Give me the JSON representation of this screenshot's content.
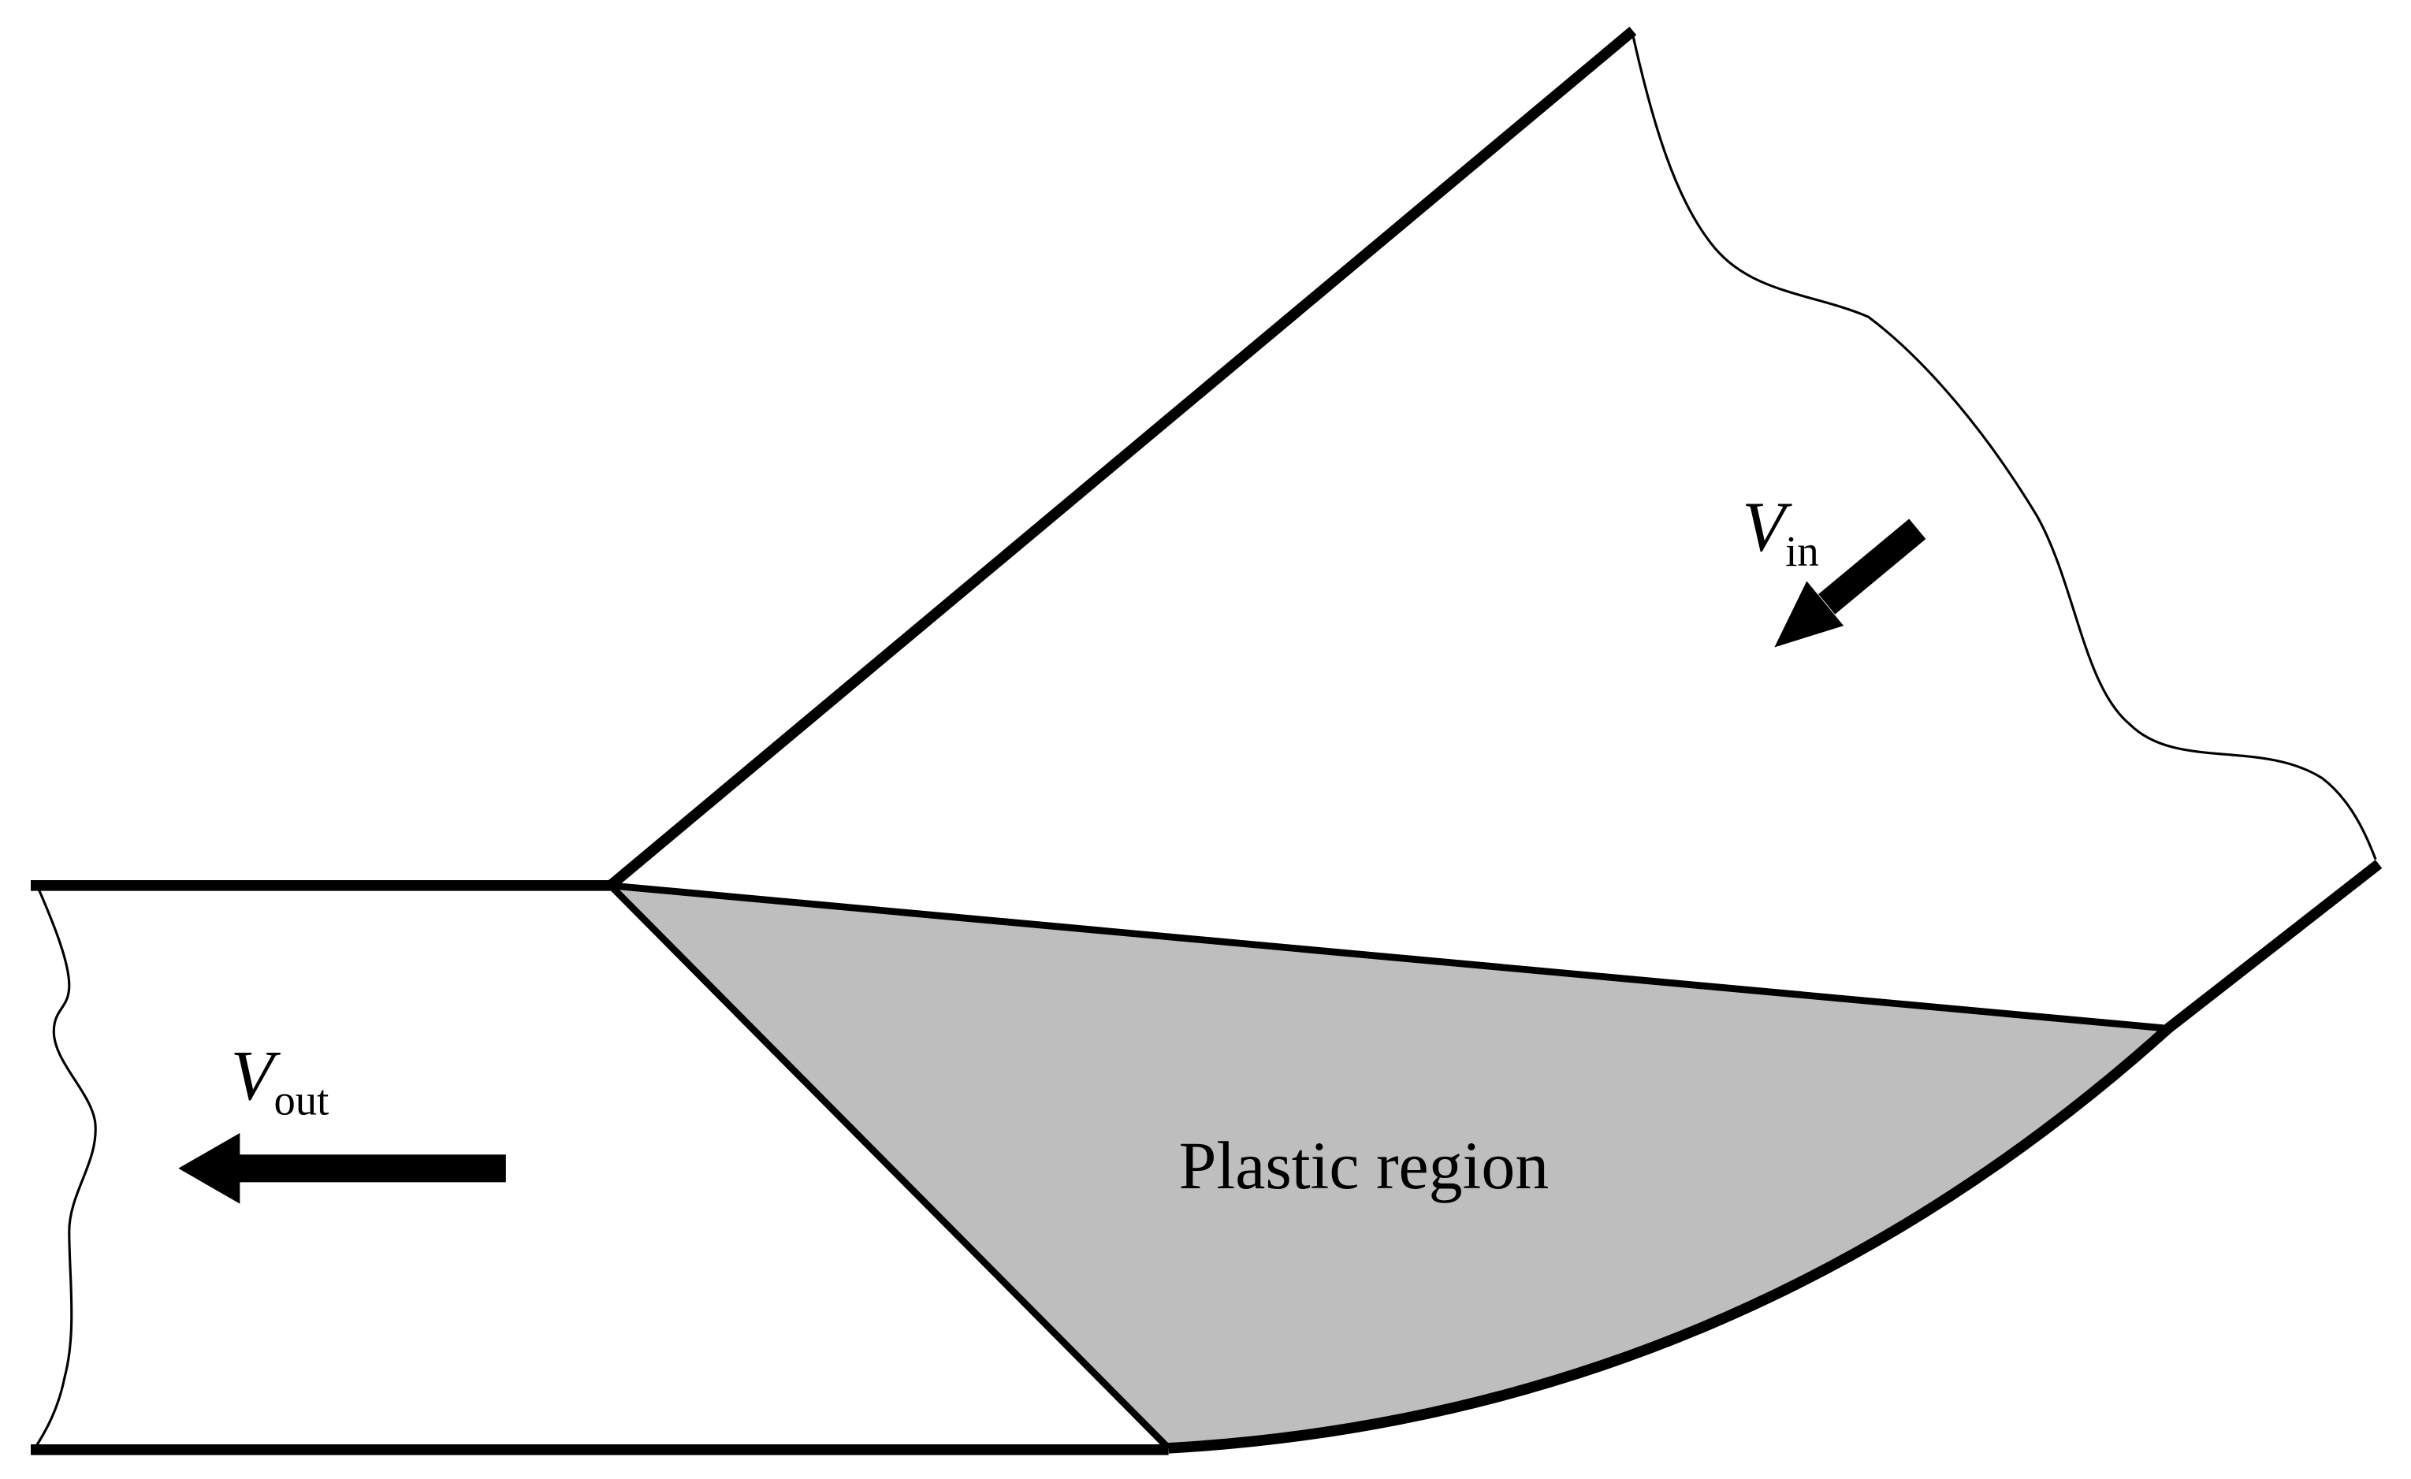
{
  "diagram": {
    "labels": {
      "v_in": {
        "symbol": "V",
        "subscript": "in"
      },
      "v_out": {
        "symbol": "V",
        "subscript": "out"
      },
      "plastic_region": "Plastic region"
    },
    "colors": {
      "stroke": "#000000",
      "plastic_region_fill": "#bebebe",
      "background": "#ffffff"
    }
  }
}
